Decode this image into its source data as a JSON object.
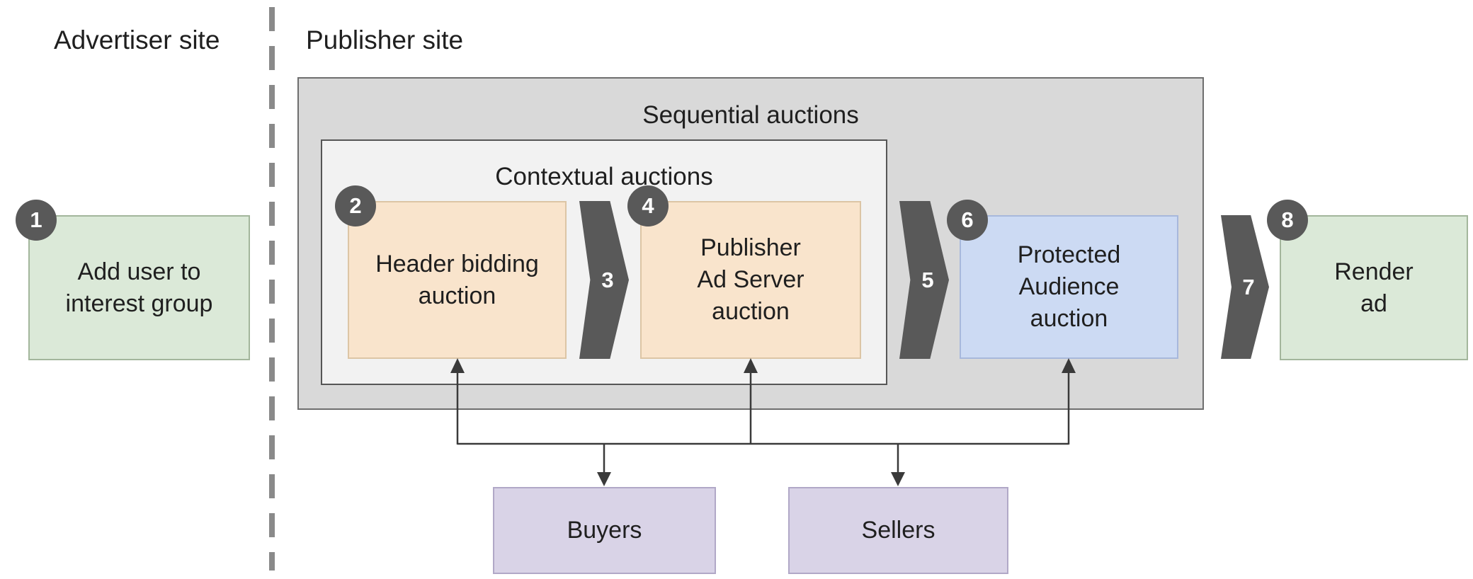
{
  "sections": {
    "advertiser": "Advertiser site",
    "publisher": "Publisher site"
  },
  "groups": {
    "sequential": "Sequential auctions",
    "contextual": "Contextual auctions"
  },
  "nodes": {
    "add_user": {
      "step": "1",
      "label": "Add user to\ninterest group"
    },
    "header_bidding": {
      "step": "2",
      "label": "Header bidding\nauction"
    },
    "publisher_ad_server": {
      "step": "4",
      "label": "Publisher\nAd Server\nauction"
    },
    "protected_audience": {
      "step": "6",
      "label": "Protected\nAudience\nauction"
    },
    "render_ad": {
      "step": "8",
      "label": "Render\nad"
    },
    "buyers": {
      "label": "Buyers"
    },
    "sellers": {
      "label": "Sellers"
    }
  },
  "connectors": {
    "step3": "3",
    "step5": "5",
    "step7": "7"
  },
  "colors": {
    "green_fill": "#dbe9d8",
    "orange_fill": "#f9e4cc",
    "blue_fill": "#ccdaf3",
    "purple_fill": "#d9d3e7",
    "outer_group_fill": "#d9d9d9",
    "inner_group_fill": "#f2f2f2",
    "badge_fill": "#595959",
    "connector_line": "#3a3a3a",
    "divider": "#8a8a8a"
  }
}
